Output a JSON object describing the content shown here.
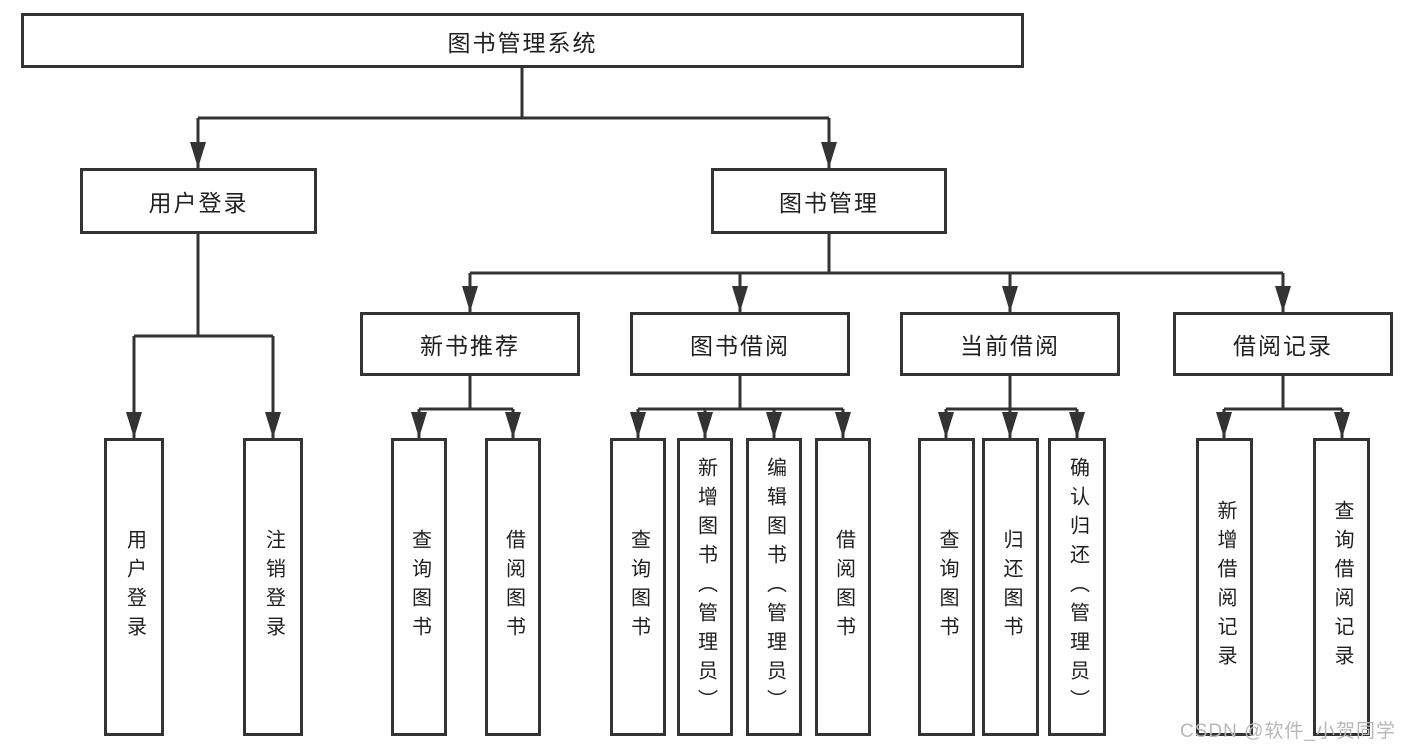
{
  "diagram_title": "图书管理系统",
  "tree": {
    "root": {
      "label": "图书管理系统"
    },
    "branches": [
      {
        "label": "用户登录",
        "children": [
          {
            "label": "用户登录"
          },
          {
            "label": "注销登录"
          }
        ]
      },
      {
        "label": "图书管理",
        "sections": [
          {
            "label": "新书推荐",
            "children": [
              {
                "label": "查询图书"
              },
              {
                "label": "借阅图书"
              }
            ]
          },
          {
            "label": "图书借阅",
            "children": [
              {
                "label": "查询图书"
              },
              {
                "label": "新增图书（管理员）"
              },
              {
                "label": "编辑图书（管理员）"
              },
              {
                "label": "借阅图书"
              }
            ]
          },
          {
            "label": "当前借阅",
            "children": [
              {
                "label": "查询图书"
              },
              {
                "label": "归还图书"
              },
              {
                "label": "确认归还（管理员）"
              }
            ]
          },
          {
            "label": "借阅记录",
            "children": [
              {
                "label": "新增借阅记录"
              },
              {
                "label": "查询借阅记录"
              }
            ]
          }
        ]
      }
    ]
  },
  "watermark": "CSDN @软件_小贺同学",
  "colors": {
    "line": "#333333",
    "box_border": "#333333",
    "text": "#1f1f1f",
    "background": "#ffffff",
    "watermark": "#b8b8b8"
  }
}
